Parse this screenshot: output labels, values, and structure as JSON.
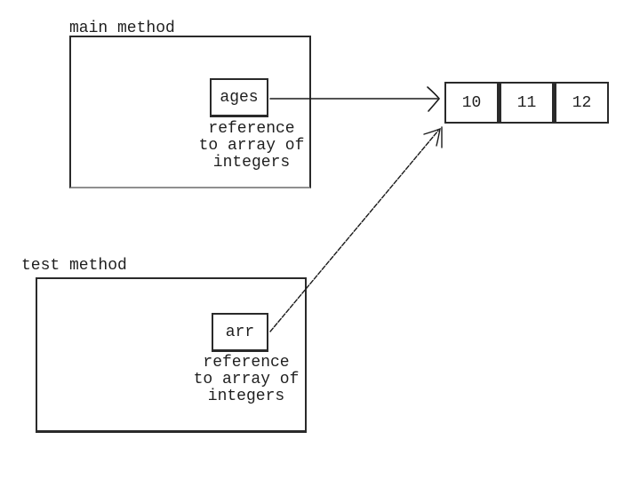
{
  "diagram": {
    "colors": {
      "line": "#1a1a1a",
      "background": "#ffffff"
    },
    "main_frame": {
      "label": "main method"
    },
    "ages_box": {
      "label": "ages",
      "caption_line1": "reference",
      "caption_line2": "to array of",
      "caption_line3": "integers"
    },
    "test_frame": {
      "label": "test method"
    },
    "arr_box": {
      "label": "arr",
      "caption_line1": "reference",
      "caption_line2": "to array of",
      "caption_line3": "integers"
    },
    "array": {
      "cells": [
        "10",
        "11",
        "12"
      ]
    },
    "connections": [
      {
        "from": "ages",
        "to": "array"
      },
      {
        "from": "arr",
        "to": "array"
      }
    ]
  }
}
